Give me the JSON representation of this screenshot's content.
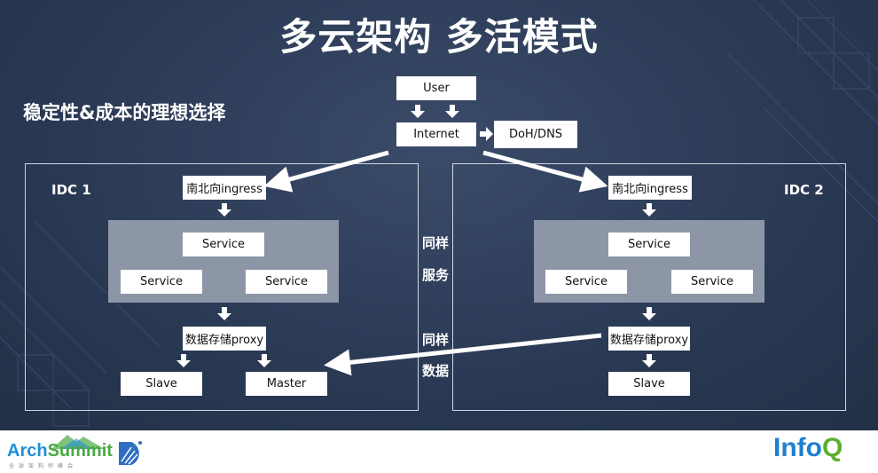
{
  "slide": {
    "title": "多云架构 多活模式",
    "subtitle": "稳定性&成本的理想选择"
  },
  "top": {
    "user": "User",
    "internet": "Internet",
    "dns": "DoH/DNS"
  },
  "idc1": {
    "label": "IDC 1",
    "ingress": "南北向ingress",
    "service_top": "Service",
    "service_left": "Service",
    "service_right": "Service",
    "proxy": "数据存储proxy",
    "slave": "Slave",
    "master": "Master"
  },
  "idc2": {
    "label": "IDC 2",
    "ingress": "南北向ingress",
    "service_top": "Service",
    "service_left": "Service",
    "service_right": "Service",
    "proxy": "数据存储proxy",
    "slave": "Slave"
  },
  "middle": {
    "same_service_1": "同样",
    "same_service_2": "服务",
    "same_data_1": "同样",
    "same_data_2": "数据"
  },
  "footer": {
    "arch_logo_part1": "Arch",
    "arch_logo_part2": "Summit",
    "arch_logo_sub": "全球架构师峰会",
    "infoq_logo_part1": "Info",
    "infoq_logo_part2": "Q"
  },
  "colors": {
    "background": "#2b3a55",
    "panel": "#8d96a6",
    "box": "#ffffff",
    "text": "#ffffff"
  }
}
